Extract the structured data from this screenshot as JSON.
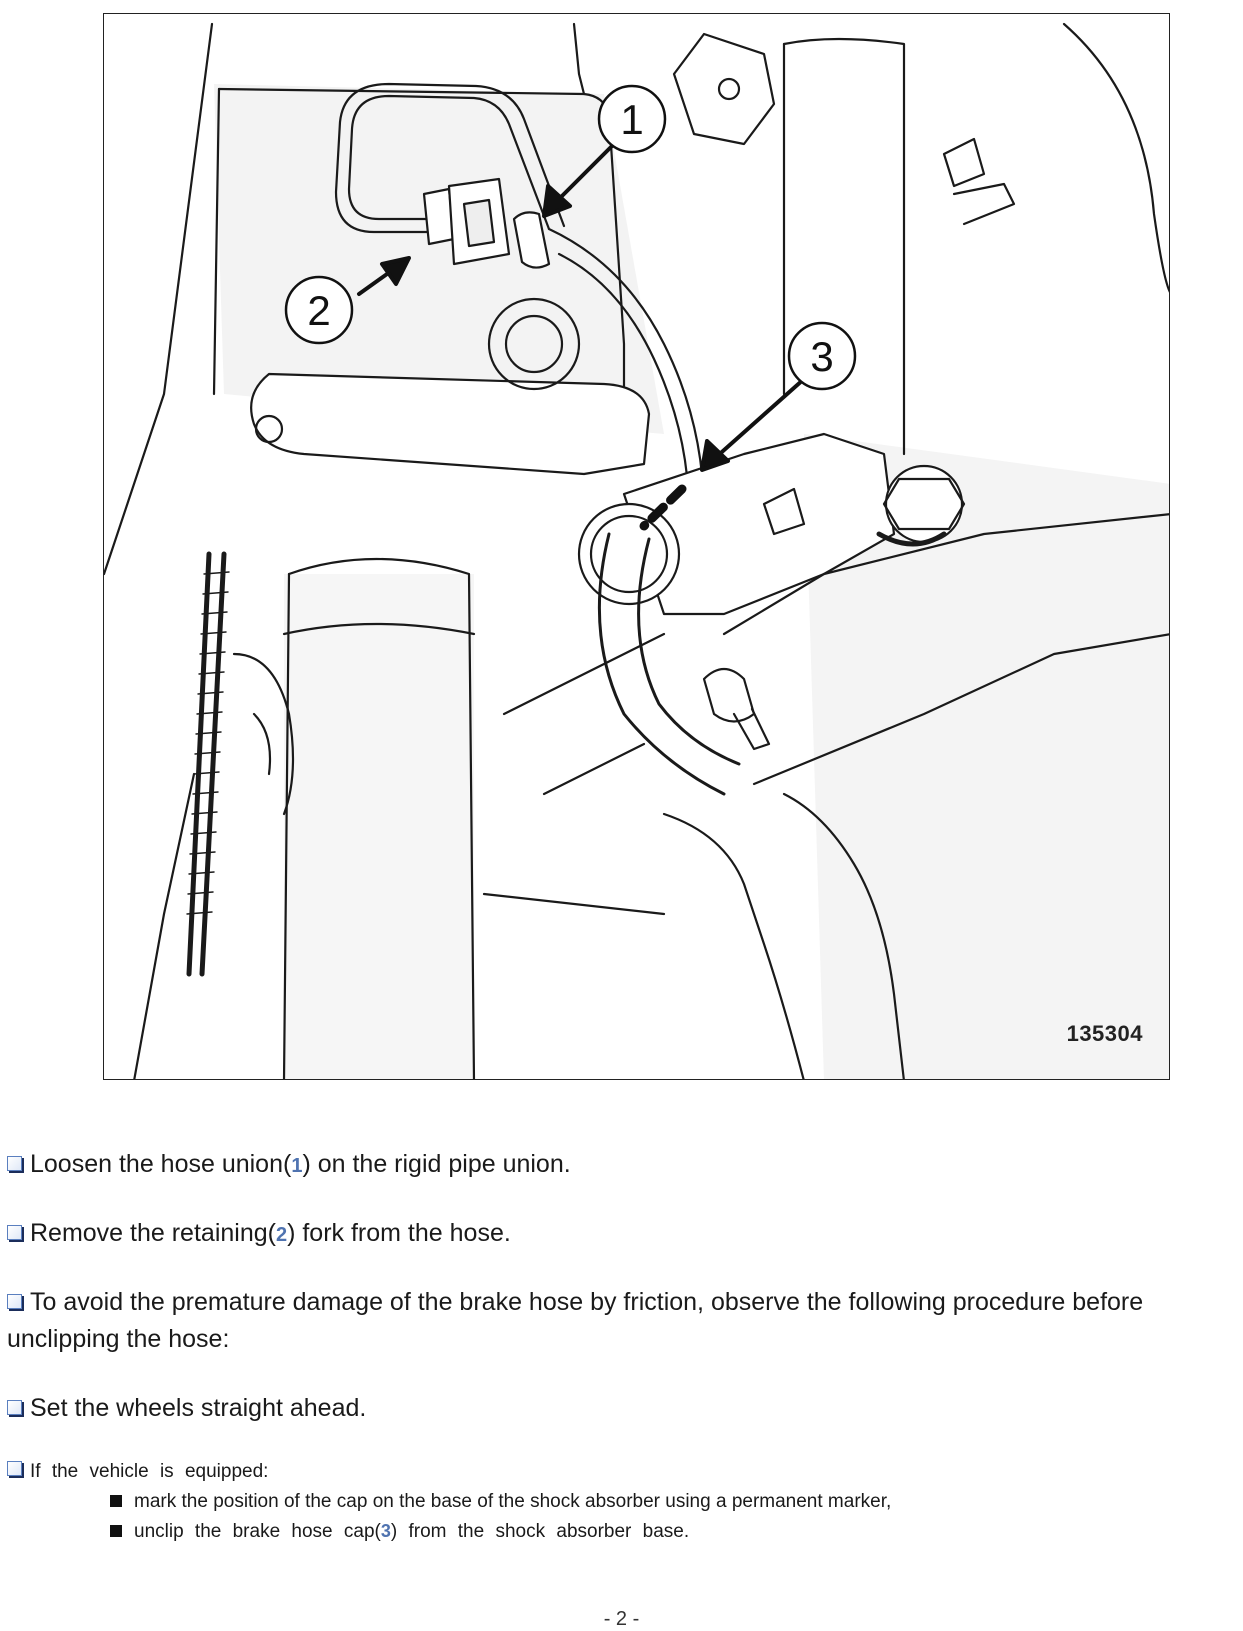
{
  "figure": {
    "number": "135304",
    "callouts": [
      "1",
      "2",
      "3"
    ]
  },
  "steps": [
    {
      "pre": "Loosen the hose union(",
      "ref": "1",
      "post": ") on the rigid pipe union."
    },
    {
      "pre": "Remove the retaining(",
      "ref": "2",
      "post": ") fork from the hose."
    },
    {
      "text_line1": "To avoid the premature damage of the brake hose by friction, observe the following procedure before",
      "text_line2": "unclipping the hose:"
    },
    {
      "text": "Set the wheels straight ahead."
    },
    {
      "text": "If the vehicle is equipped:"
    }
  ],
  "substeps": [
    {
      "text": "mark the position of the cap on the base of the shock absorber using a permanent marker,"
    },
    {
      "pre": "unclip the brake hose cap(",
      "ref": "3",
      "post": ") from the shock absorber base."
    }
  ],
  "page": {
    "number": "- 2 -"
  },
  "colors": {
    "reference": "#4f73b0",
    "checkbox_border": "#5a7fbf",
    "ink": "#1a1a1a"
  },
  "icons": {
    "bullet": "checkbox-bullet-icon",
    "sub_bullet": "square-bullet-icon"
  }
}
